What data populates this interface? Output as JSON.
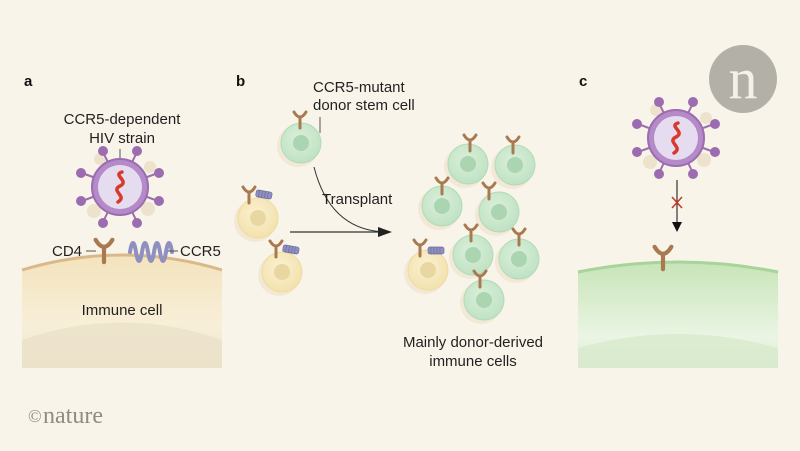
{
  "figure": {
    "panels": [
      {
        "id": "a",
        "label": "a",
        "virus_label": [
          "CCR5-dependent",
          "HIV strain"
        ],
        "receptor_labels": {
          "cd4": "CD4",
          "ccr5": "CCR5"
        },
        "cell_label": "Immune cell"
      },
      {
        "id": "b",
        "label": "b",
        "donor_label": [
          "CCR5-mutant",
          "donor stem cell"
        ],
        "transplant_label": "Transplant",
        "result_label": [
          "Mainly donor-derived",
          "immune cells"
        ]
      },
      {
        "id": "c",
        "label": "c"
      }
    ],
    "publisher_logo": "nature",
    "copyright_symbol": "©",
    "corner_logo": "n",
    "colors": {
      "background": "#f8f4e9",
      "virus": "#9b6cb0",
      "virus_inner": "#e6dcef",
      "rna": "#d8392b",
      "cd4": "#a97a4f",
      "ccr5": "#8f8fc0",
      "host_cell": "#f6e6b8",
      "donor_cell": "#c9e6cb",
      "blocked_x": "#c0392b"
    }
  }
}
